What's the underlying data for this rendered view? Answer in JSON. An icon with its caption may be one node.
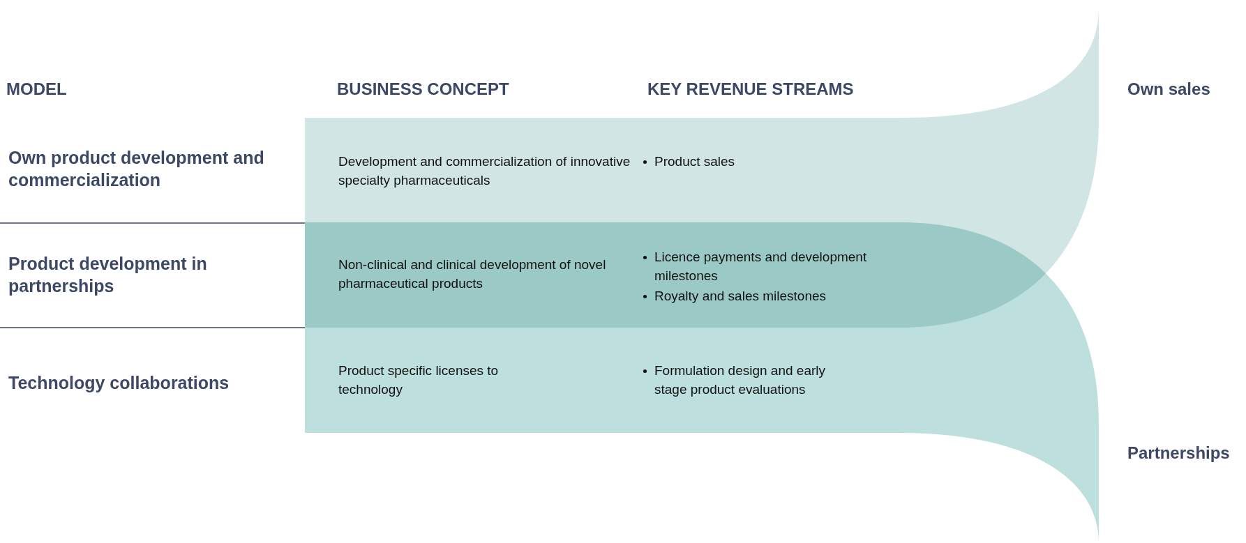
{
  "diagram": {
    "labels": [
      "MODEL",
      "BUSINESS CONCEPT",
      "KEY REVENUE STREAMS",
      "Own sales",
      "Own product development and commercialization",
      "Development and commercialization of innovative specialty pharmaceuticals",
      "Product sales",
      "Product development in partnerships",
      "Non-clinical and clinical development of novel pharmaceutical products",
      "Licence payments and development milestones",
      "Royalty and sales milestones",
      "Technology collaborations",
      "Product specific licenses to technology",
      "Formulation design and early stage product evaluations",
      "Partnerships"
    ]
  }
}
